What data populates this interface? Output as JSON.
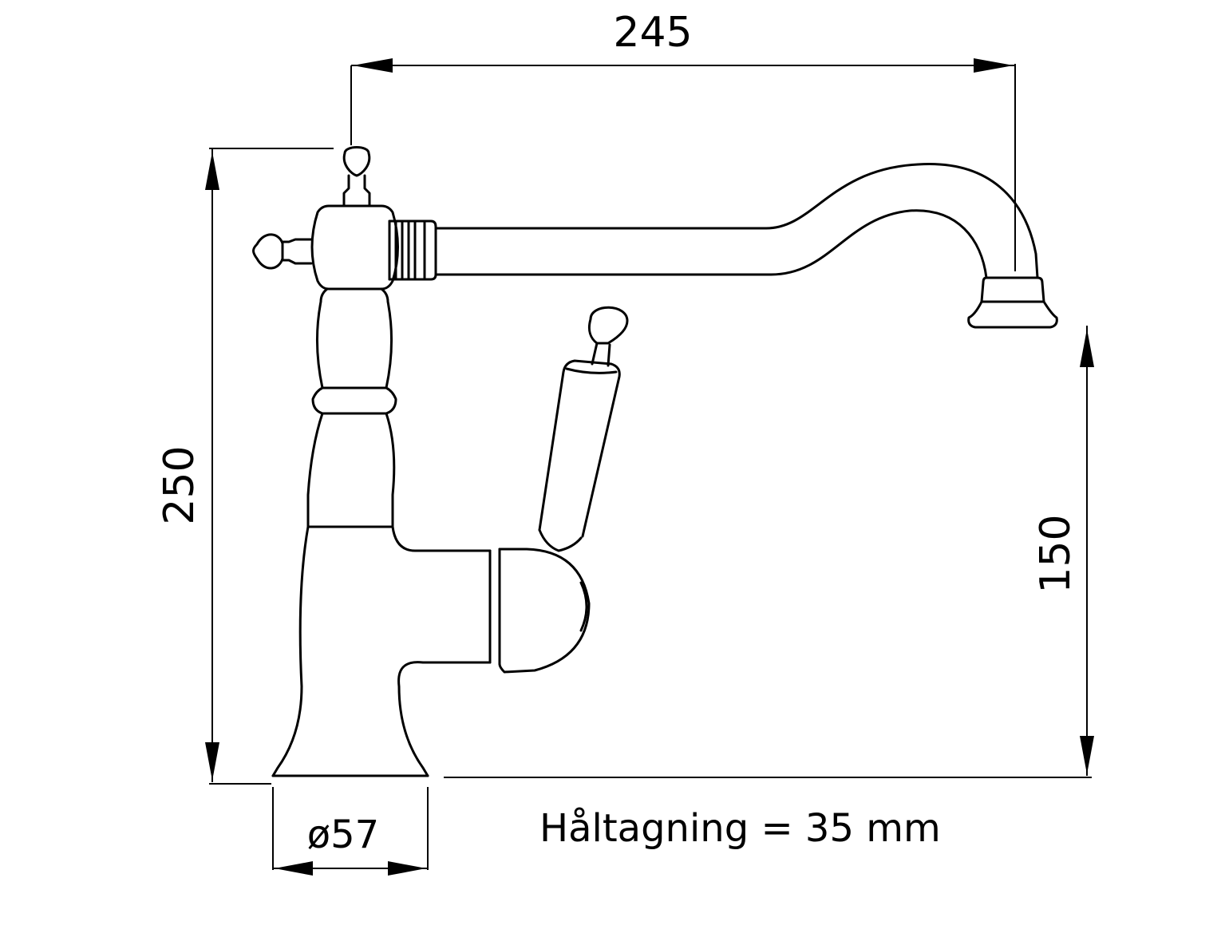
{
  "dimensions": {
    "spout_reach": "245",
    "total_height": "250",
    "spout_height": "150",
    "base_diameter": "ø57"
  },
  "note": "Håltagning = 35 mm",
  "colors": {
    "line": "#000000",
    "background": "#ffffff"
  }
}
